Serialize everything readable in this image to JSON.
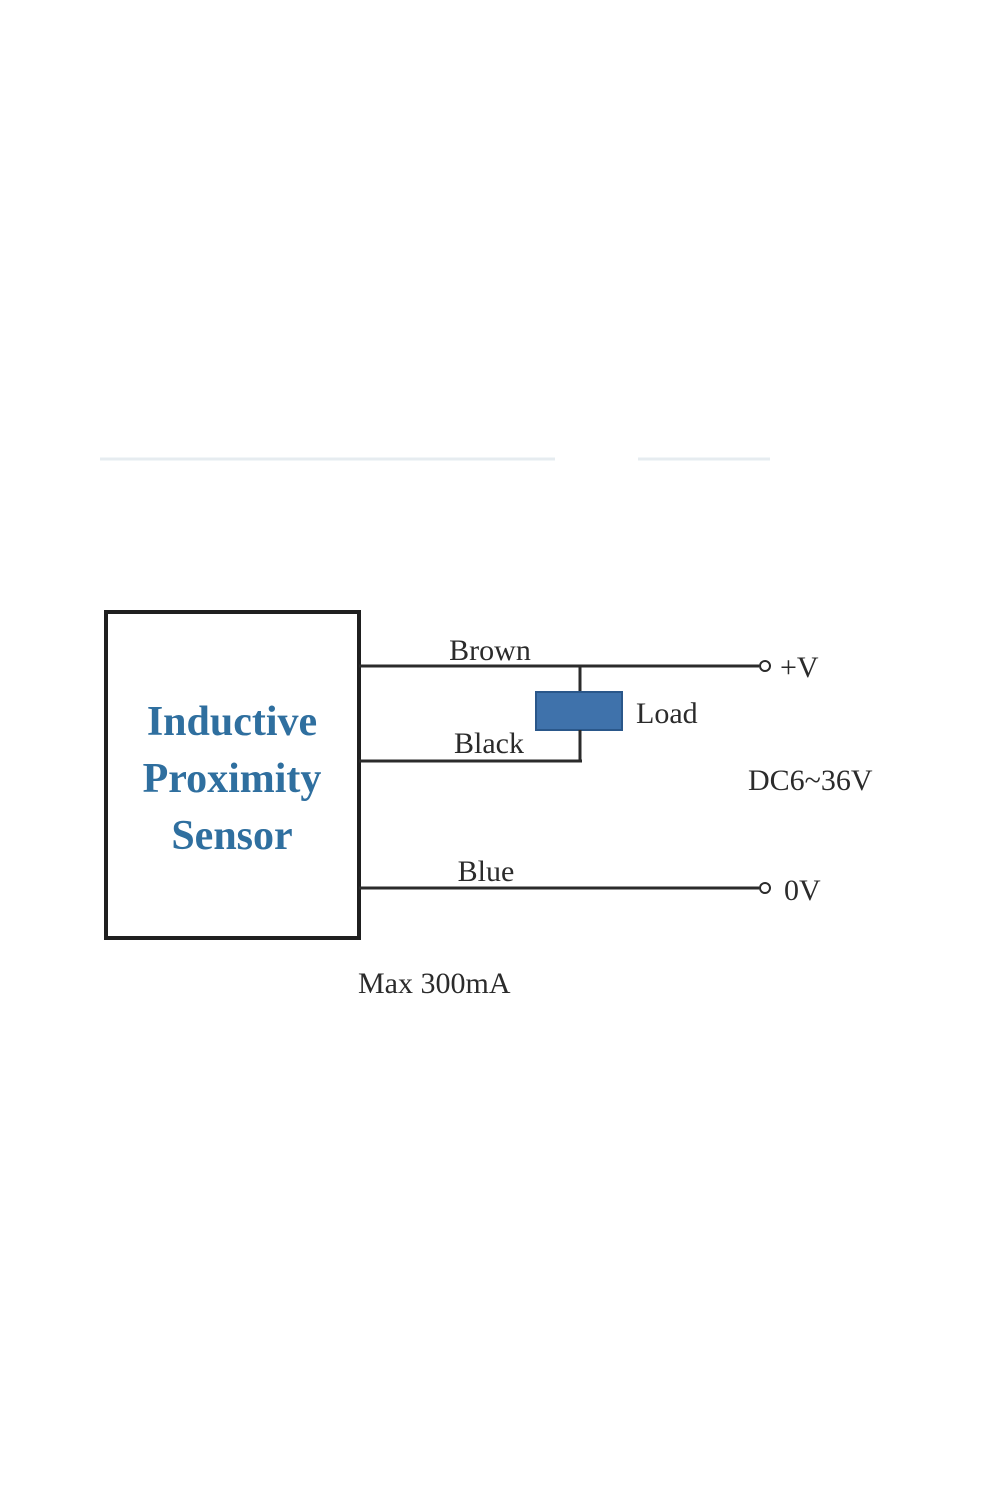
{
  "sensor": {
    "title_lines": [
      "Inductive",
      "Proximity",
      "Sensor"
    ]
  },
  "wires": {
    "brown": "Brown",
    "black": "Black",
    "blue": "Blue"
  },
  "load": {
    "label": "Load",
    "color": "#3f72ab"
  },
  "terminals": {
    "positive": "+V",
    "ground": "0V"
  },
  "supply": {
    "voltage": "DC6~36V"
  },
  "rating": {
    "max_current": "Max 300mA"
  },
  "colors": {
    "title": "#2f6f9f",
    "line": "#2b2b2b"
  }
}
